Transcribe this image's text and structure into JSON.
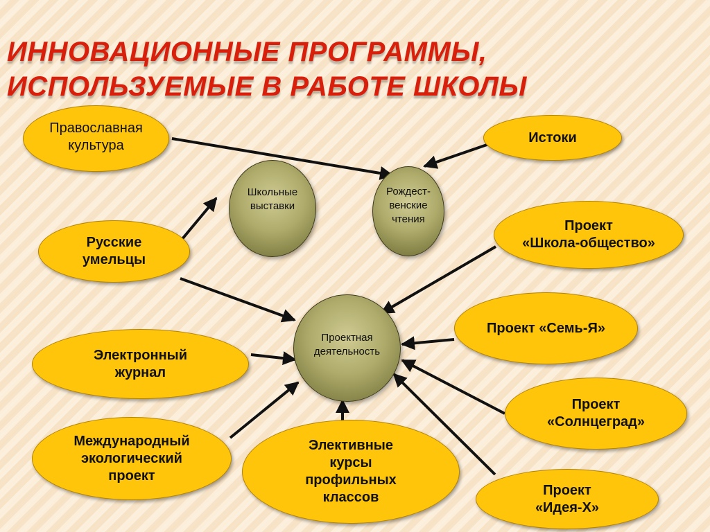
{
  "title": {
    "line1": "ИННОВАЦИОННЫЕ ПРОГРАММЫ,",
    "line2": "ИСПОЛЬЗУЕМЫЕ В РАБОТЕ ШКОЛЫ"
  },
  "hubs": {
    "exhibitions": "Школьные\nвыставки",
    "christmas": "Рождест-\nвенские\nчтения",
    "project_activity": "Проектная\nдеятельность"
  },
  "nodes": {
    "orthodox": "Православная\nкультура",
    "istoki": "Истоки",
    "school_society": "Проект\n«Школа-общество»",
    "craftsmen": "Русские\nумельцы",
    "seven_ya": "Проект «Семь-Я»",
    "e_journal": "Электронный\nжурнал",
    "solntsegrad": "Проект\n«Солнцеград»",
    "eco_project": "Международный\nэкологический\nпроект",
    "electives": "Элективные\nкурсы\nпрофильных\nклассов",
    "idea_x": "Проект\n«Идея-Х»"
  },
  "colors": {
    "title": "#d81f0c",
    "node_fill": "#fec50b",
    "hub_fill": "#aeab6b",
    "arrow": "#111111"
  }
}
